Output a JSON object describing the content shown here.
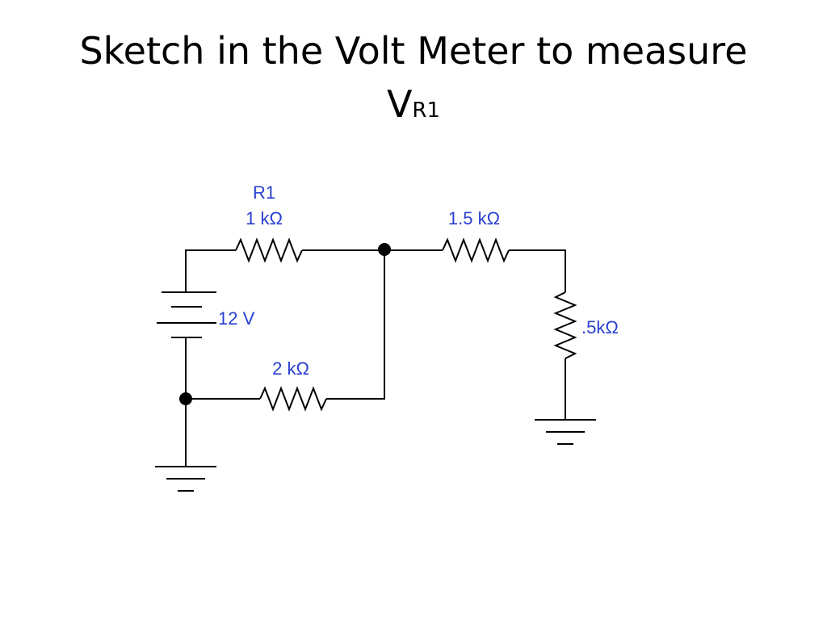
{
  "title": {
    "line1": "Sketch in the Volt Meter to measure",
    "line2_main": "V",
    "line2_sub": "R1"
  },
  "circuit": {
    "label_color": "#2a3fd0",
    "wire_color": "#000000",
    "r1_name": "R1",
    "r1_value": "1 kΩ",
    "battery_value": "12 V",
    "r2_value": "2 kΩ",
    "r3_value": "1.5 kΩ",
    "r4_value": ".5kΩ"
  }
}
